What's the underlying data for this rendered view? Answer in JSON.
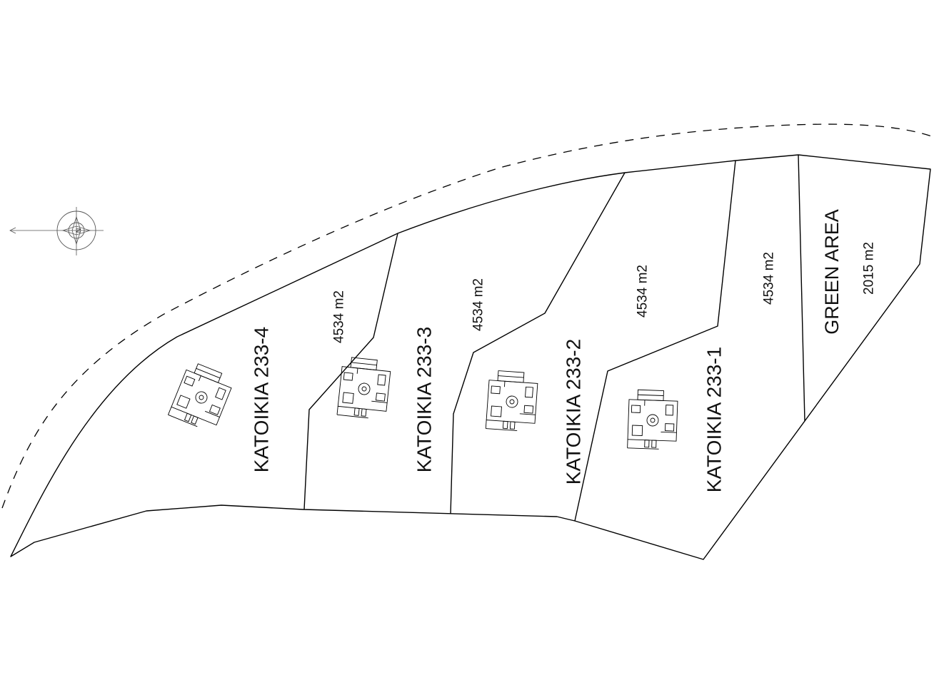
{
  "plots": [
    {
      "name": "KATOIKIA 233-4",
      "area": "4534 m2"
    },
    {
      "name": "KATOIKIA 233-3",
      "area": "4534 m2"
    },
    {
      "name": "KATOIKIA 233-2",
      "area": "4534 m2"
    },
    {
      "name": "KATOIKIA 233-1",
      "area": "4534 m2"
    }
  ],
  "green_area": {
    "name": "GREEN AREA",
    "area": "2015 m2"
  },
  "compass": {
    "icon": "north-arrow-icon",
    "letter": "N"
  },
  "colors": {
    "line": "#000000",
    "background": "#ffffff"
  }
}
